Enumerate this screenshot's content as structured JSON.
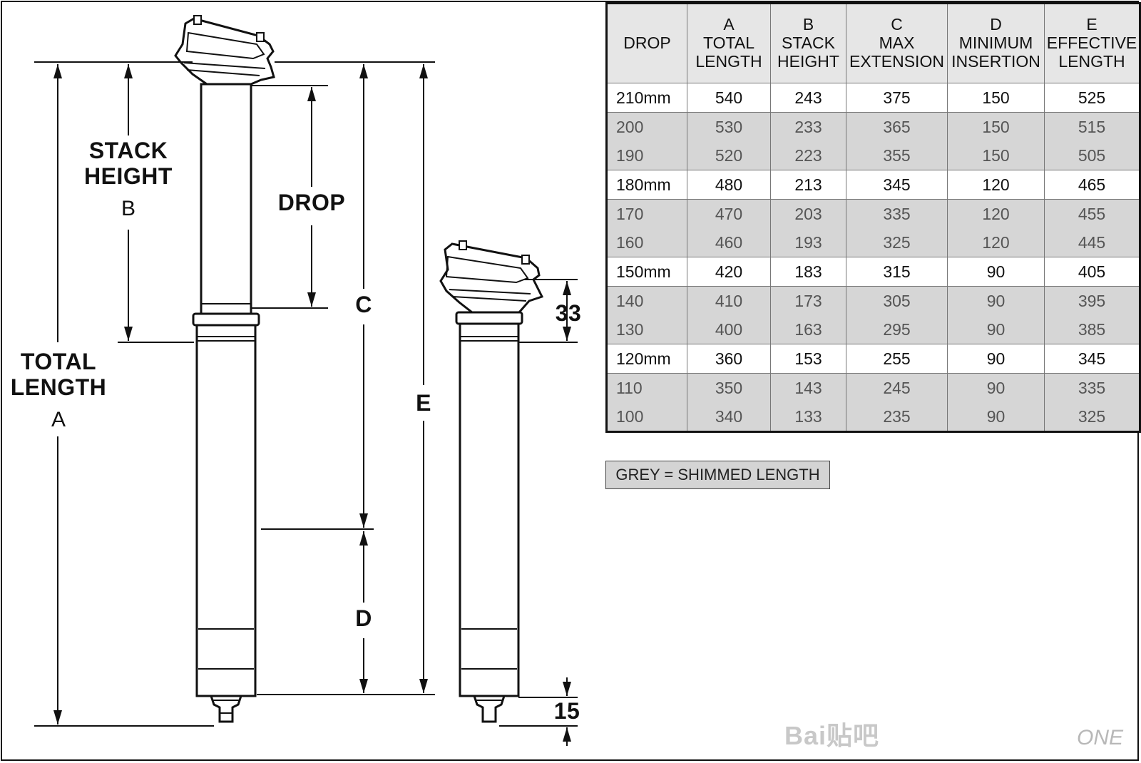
{
  "labels": {
    "stack_height": [
      "STACK",
      "HEIGHT"
    ],
    "stack_height_letter": "B",
    "total_length": [
      "TOTAL",
      "LENGTH"
    ],
    "total_length_letter": "A",
    "drop": "DROP",
    "c": "C",
    "d": "D",
    "e": "E",
    "dim_top": "33",
    "dim_bottom": "15"
  },
  "table": {
    "headers": [
      [
        "DROP"
      ],
      [
        "A",
        "TOTAL",
        "LENGTH"
      ],
      [
        "B",
        "STACK",
        "HEIGHT"
      ],
      [
        "C",
        "MAX",
        "EXTENSION"
      ],
      [
        "D",
        "MINIMUM",
        "INSERTION"
      ],
      [
        "E",
        "EFFECTIVE",
        "LENGTH"
      ]
    ],
    "rows": [
      {
        "cells": [
          "210mm",
          "540",
          "243",
          "375",
          "150",
          "525"
        ],
        "shimmed": false
      },
      {
        "cells": [
          "200",
          "530",
          "233",
          "365",
          "150",
          "515"
        ],
        "shimmed": true
      },
      {
        "cells": [
          "190",
          "520",
          "223",
          "355",
          "150",
          "505"
        ],
        "shimmed": true
      },
      {
        "cells": [
          "180mm",
          "480",
          "213",
          "345",
          "120",
          "465"
        ],
        "shimmed": false
      },
      {
        "cells": [
          "170",
          "470",
          "203",
          "335",
          "120",
          "455"
        ],
        "shimmed": true
      },
      {
        "cells": [
          "160",
          "460",
          "193",
          "325",
          "120",
          "445"
        ],
        "shimmed": true
      },
      {
        "cells": [
          "150mm",
          "420",
          "183",
          "315",
          "90",
          "405"
        ],
        "shimmed": false
      },
      {
        "cells": [
          "140",
          "410",
          "173",
          "305",
          "90",
          "395"
        ],
        "shimmed": true
      },
      {
        "cells": [
          "130",
          "400",
          "163",
          "295",
          "90",
          "385"
        ],
        "shimmed": true
      },
      {
        "cells": [
          "120mm",
          "360",
          "153",
          "255",
          "90",
          "345"
        ],
        "shimmed": false
      },
      {
        "cells": [
          "110",
          "350",
          "143",
          "245",
          "90",
          "335"
        ],
        "shimmed": true
      },
      {
        "cells": [
          "100",
          "340",
          "133",
          "235",
          "90",
          "325"
        ],
        "shimmed": true
      }
    ]
  },
  "legend": "GREY = SHIMMED LENGTH",
  "watermark": "Bai贴吧",
  "brand": "ONE",
  "colors": {
    "shimmed_fill": "#d6d6d6",
    "header_fill": "#e6e6e6",
    "line": "#111111"
  }
}
